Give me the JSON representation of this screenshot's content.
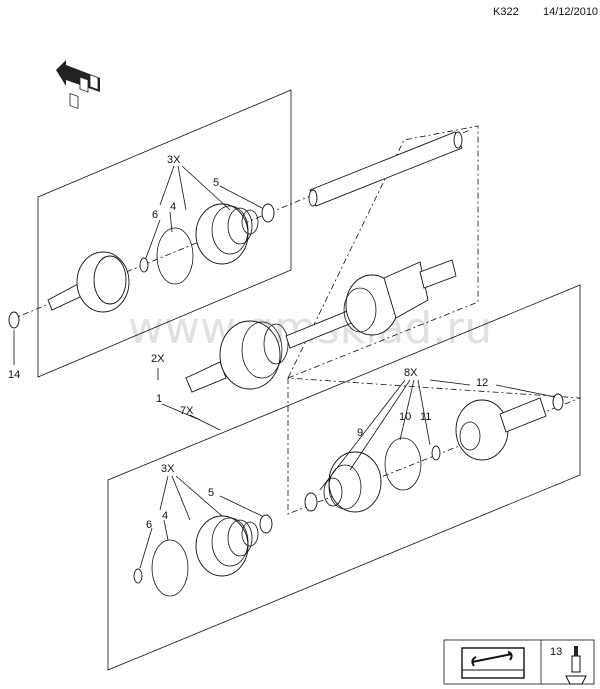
{
  "header": {
    "code": "K322",
    "date": "14/12/2010"
  },
  "watermark": "www.gmsklad.ru",
  "callouts": {
    "c3x_top": "3X",
    "c5_top": "5",
    "c6_top": "6",
    "c4_top": "4",
    "c2x": "2X",
    "c1": "1",
    "c7x": "7X",
    "c14": "14",
    "c8x": "8X",
    "c12": "12",
    "c9": "9",
    "c10": "10",
    "c11": "11",
    "c3x_bot": "3X",
    "c5_bot": "5",
    "c6_bot": "6",
    "c4_bot": "4",
    "c13": "13"
  },
  "icons": [
    "front-direction-icon",
    "repair-manual-icon",
    "grease-tube-icon"
  ]
}
